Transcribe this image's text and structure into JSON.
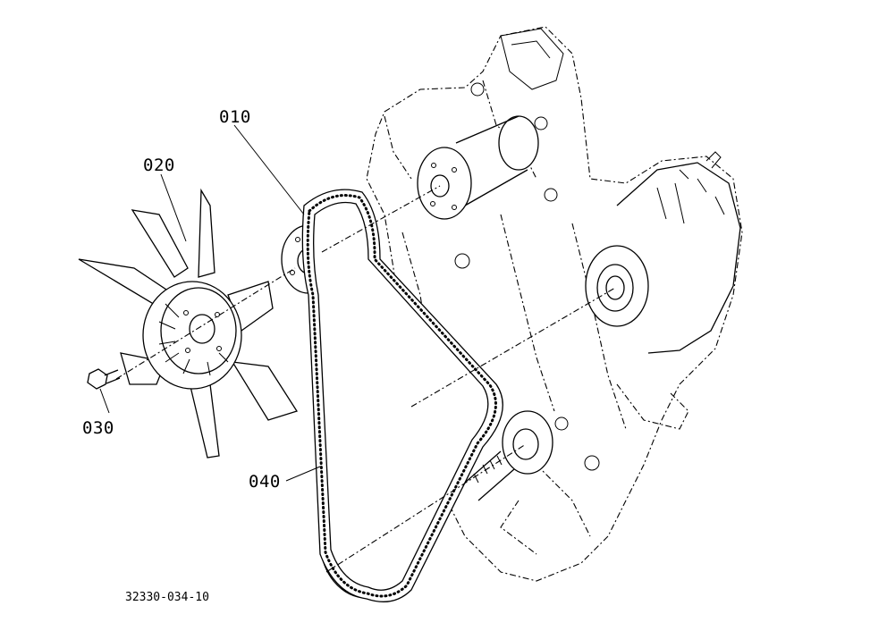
{
  "parts": [
    {
      "id": "p010",
      "label": "010"
    },
    {
      "id": "p020",
      "label": "020"
    },
    {
      "id": "p030",
      "label": "030"
    },
    {
      "id": "p040",
      "label": "040"
    }
  ],
  "drawing_number": "32330-034-10"
}
